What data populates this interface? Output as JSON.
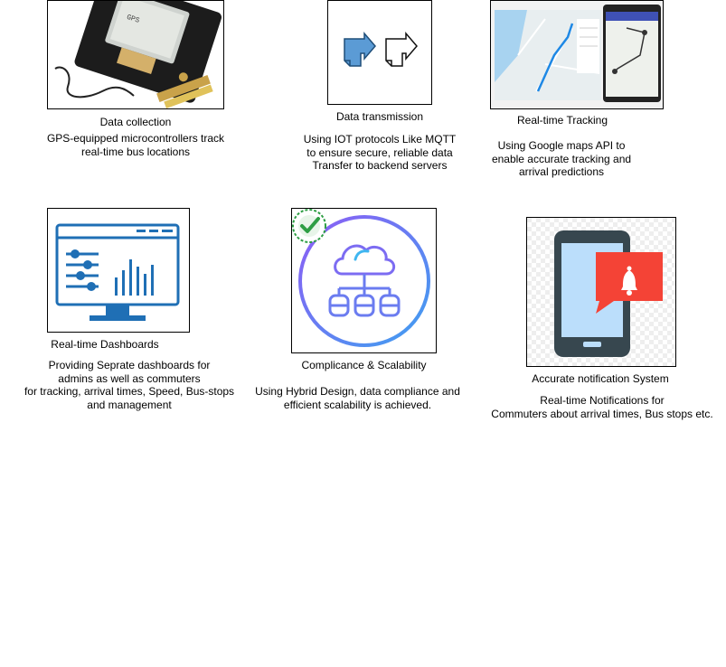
{
  "items": [
    {
      "title": "Data collection",
      "desc": "GPS-equipped microcontrollers track\nreal-time bus locations",
      "image_icon": "gps-module-photo"
    },
    {
      "title": "Data transmission",
      "desc": "Using IOT protocols Like MQTT\nto ensure secure, reliable data\nTransfer to backend servers",
      "image_icon": "data-transfer-icon"
    },
    {
      "title": "Real-time Tracking",
      "desc": "Using Google maps API to\nenable accurate tracking and\narrival predictions",
      "image_icon": "maps-screenshot"
    },
    {
      "title": "Real-time Dashboards",
      "desc": "Providing Seprate dashboards for\nadmins as well as commuters\nfor tracking, arrival times, Speed, Bus-stops\nand management",
      "image_icon": "dashboard-monitor-icon"
    },
    {
      "title": "Complicance & Scalability",
      "desc": "Using Hybrid Design, data compliance and\nefficient scalability is achieved.",
      "image_icon": "cloud-network-icon"
    },
    {
      "title": "Accurate notification System",
      "desc": "Real-time Notifications for\nCommuters about arrival times, Bus stops etc.",
      "image_icon": "phone-notification-icon"
    }
  ],
  "colors": {
    "dashboard_blue": "#1f6fb5",
    "phone_body": "#37474f",
    "phone_screen": "#bbdefb",
    "bell_red": "#f44336",
    "arrow_blue": "#5b9bd5",
    "check_green": "#2e9e44"
  }
}
